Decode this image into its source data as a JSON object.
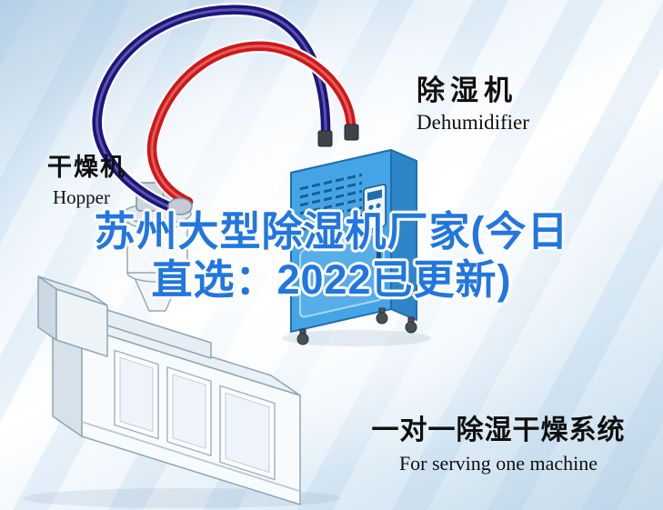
{
  "labels": {
    "hopper": {
      "cn": "干燥机",
      "en": "Hopper"
    },
    "dehumidifier": {
      "cn": "除湿机",
      "en": "Dehumidifier"
    }
  },
  "watermark": {
    "line1": "苏州大型除湿机厂家(今日",
    "line2": "直选：2022已更新)",
    "color": "#2176e0"
  },
  "caption": {
    "cn": "一对一除湿干燥系统",
    "en": "For serving one machine"
  },
  "colors": {
    "pipe_blue": "#1c1480",
    "pipe_red": "#cf1717",
    "dehumidifier_front": "#45a4e6",
    "dehumidifier_side": "#2e86c9",
    "dehumidifier_top": "#bfe0f4"
  }
}
